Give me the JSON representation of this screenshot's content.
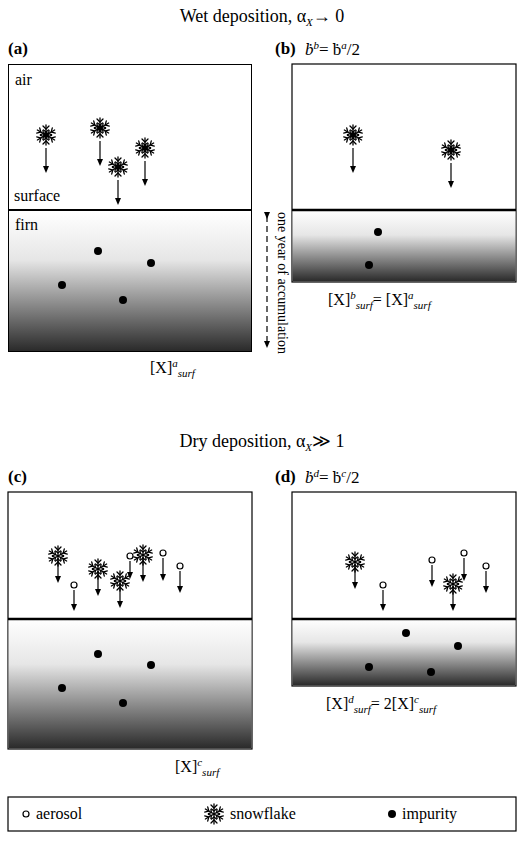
{
  "diagram": {
    "nodes": [
      {
        "text": [
          "air",
          "surface"
        ]
      },
      {
        "text": [
          "firn"
        ]
      }
    ],
    "labels": [
      "Wet deposition, α",
      "X",
      "→ 0",
      "(a)",
      "(b)",
      "ḃ",
      "b",
      "= ḃ",
      "a",
      "/2",
      "one year of accumulation",
      "[X]",
      "a",
      "surf",
      "[X]",
      "b",
      "surf",
      "= [X]",
      "a",
      "surf",
      "Dry deposition, α",
      "X",
      "≫ 1",
      "(c)",
      "(d)",
      "ḃ",
      "d",
      "= ḃ",
      "c",
      "/2",
      "[X]",
      "c",
      "surf",
      "[X]",
      "d",
      "surf",
      "= 2[X]",
      "c",
      "surf"
    ],
    "legend": [
      {
        "text": "aerosol"
      },
      {
        "text": "snowflake"
      },
      {
        "text": "impurity"
      }
    ]
  }
}
